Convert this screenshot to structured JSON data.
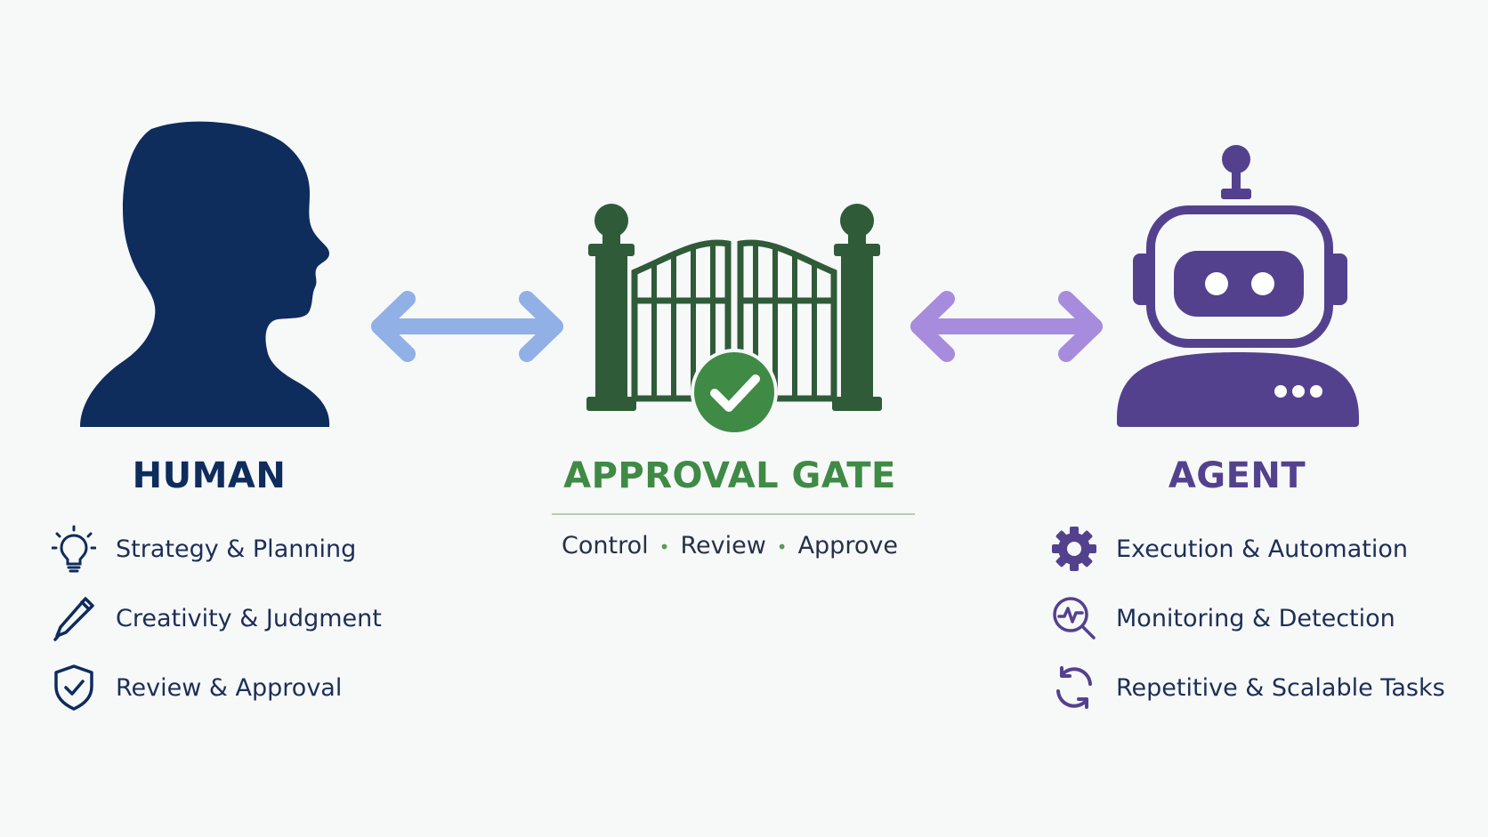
{
  "human": {
    "title": "HUMAN",
    "items": [
      {
        "label": "Strategy & Planning",
        "icon": "lightbulb-icon"
      },
      {
        "label": "Creativity & Judgment",
        "icon": "pen-icon"
      },
      {
        "label": "Review & Approval",
        "icon": "shield-check-icon"
      }
    ]
  },
  "gate": {
    "title": "APPROVAL GATE",
    "subtitle_parts": [
      "Control",
      "Review",
      "Approve"
    ],
    "separator": "•"
  },
  "agent": {
    "title": "AGENT",
    "items": [
      {
        "label": "Execution & Automation",
        "icon": "gear-icon"
      },
      {
        "label": "Monitoring & Detection",
        "icon": "magnifier-pulse-icon"
      },
      {
        "label": "Repetitive & Scalable Tasks",
        "icon": "refresh-icon"
      }
    ]
  },
  "colors": {
    "human": "#0e2c5c",
    "gate": "#2f6b3d",
    "gate_accent": "#3f8a45",
    "agent": "#54418e",
    "arrow_left": "#90b0e6",
    "arrow_right": "#a78bdc",
    "background": "#f7f8f8"
  }
}
